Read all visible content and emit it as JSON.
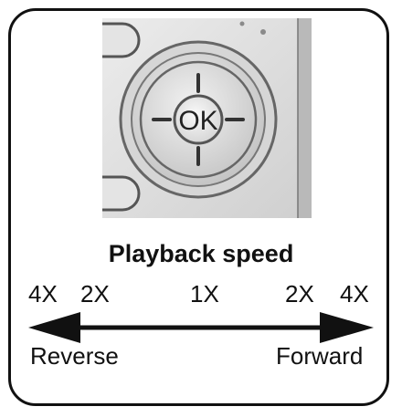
{
  "title": "Playback speed",
  "speed_labels": [
    "4X",
    "2X",
    "1X",
    "2X",
    "4X"
  ],
  "direction_labels": {
    "left": "Reverse",
    "right": "Forward"
  },
  "camera": {
    "center_button_label": "OK"
  },
  "colors": {
    "line": "#111111",
    "camera_body": "#dcdcdc"
  }
}
